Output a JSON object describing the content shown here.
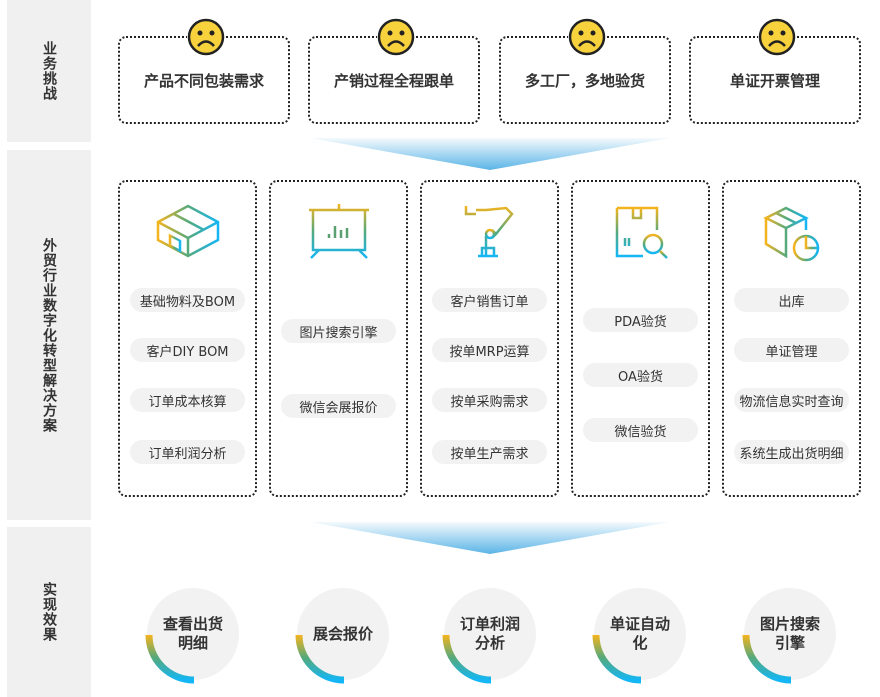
{
  "sections": {
    "challenges": "业务挑战",
    "solutions": "外贸行业数字化转型解决方案",
    "results": "实现效果"
  },
  "challenges": [
    "产品不同包装需求",
    "产销过程全程跟单",
    "多工厂，多地验货",
    "单证开票管理"
  ],
  "solutions": [
    {
      "icon": "box-icon",
      "items": [
        "基础物料及BOM",
        "客户DIY BOM",
        "订单成本核算",
        "订单利润分析"
      ]
    },
    {
      "icon": "presentation-board-icon",
      "items": [
        "图片搜索引擎",
        "微信会展报价"
      ]
    },
    {
      "icon": "robot-arm-icon",
      "items": [
        "客户销售订单",
        "按单MRP运算",
        "按单采购需求",
        "按单生产需求"
      ]
    },
    {
      "icon": "inspection-magnifier-icon",
      "items": [
        "PDA验货",
        "OA验货",
        "微信验货"
      ]
    },
    {
      "icon": "boxes-chart-icon",
      "items": [
        "出库",
        "单证管理",
        "物流信息实时查询",
        "系统生成出货明细"
      ]
    }
  ],
  "results": [
    "查看出货明细",
    "展会报价",
    "订单利润分析",
    "单证自动化",
    "图片搜索引擎"
  ],
  "colors": {
    "sidebar": "#f0f0f0",
    "pill": "#f2f2f2",
    "smiley": "#f7d23c",
    "orange": "#f5a623",
    "green": "#4caf7a",
    "blue": "#1ab2f0"
  }
}
